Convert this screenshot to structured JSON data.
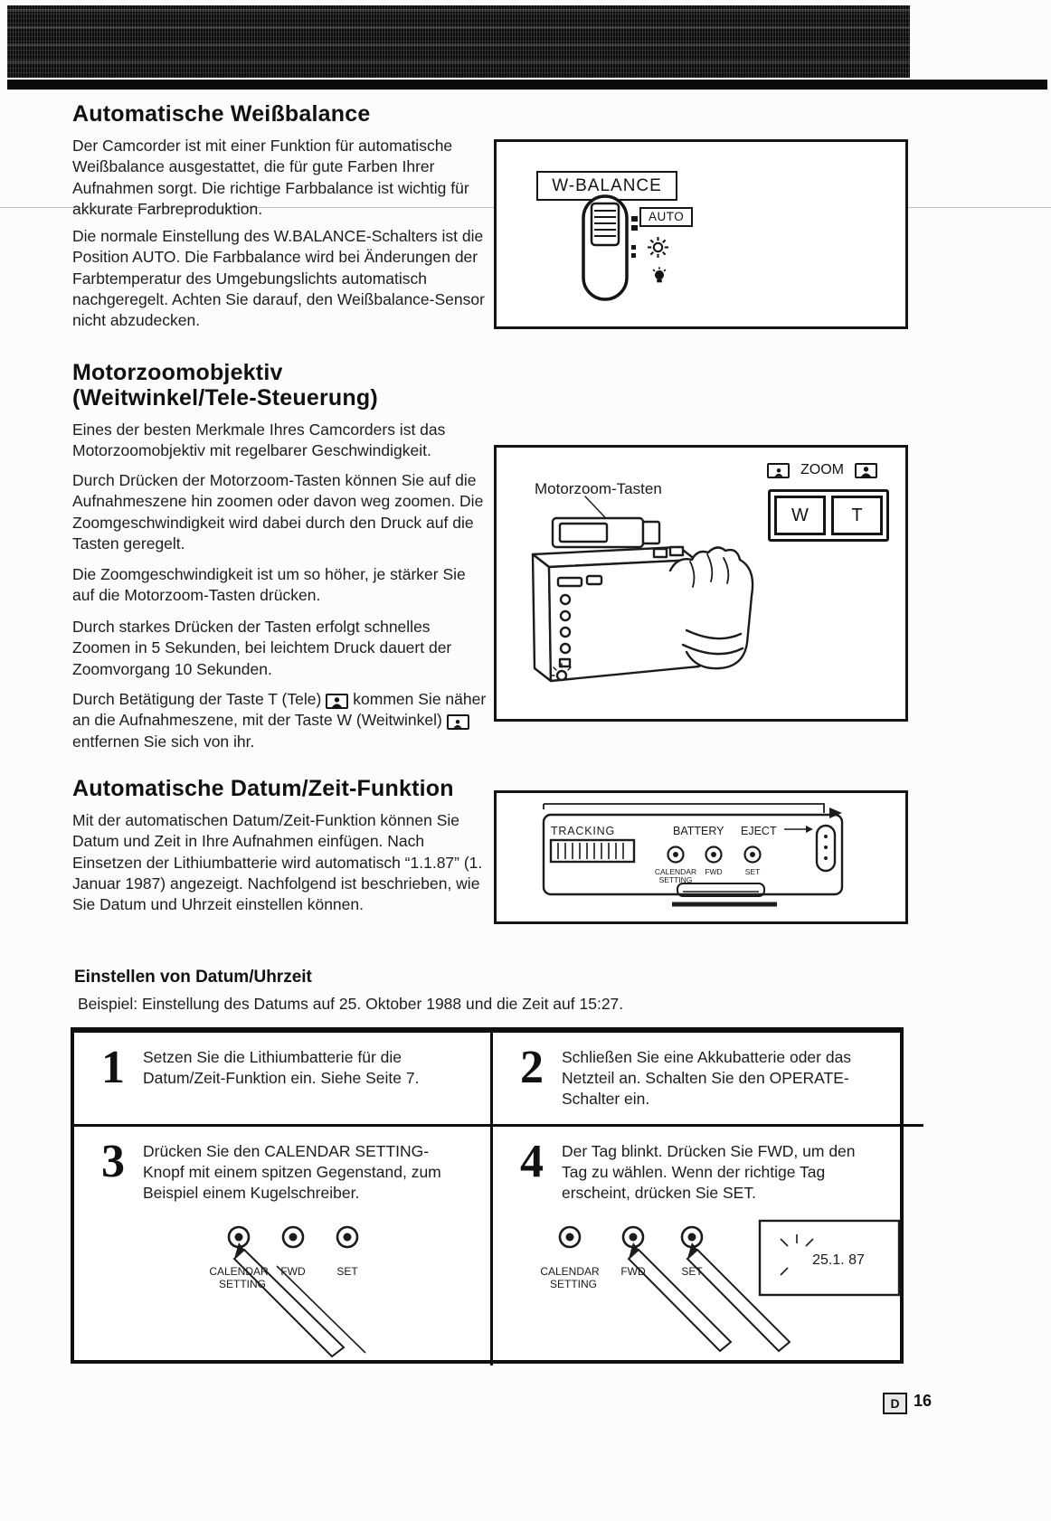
{
  "sections": {
    "whitebalance": {
      "title": "Automatische Weißbalance",
      "para1": "Der Camcorder ist mit einer Funktion für automatische Weißbalance ausgestattet, die für gute Farben Ihrer Aufnahmen sorgt. Die richtige Farbbalance ist wichtig für akkurate Farbreproduktion.",
      "para2": "Die normale Einstellung des W.BALANCE-Schalters ist die Position AUTO. Die Farbbalance wird bei Änderungen der Farbtemperatur des Umgebungslichts automatisch nachgeregelt. Achten Sie darauf, den Weißbalance-Sensor nicht abzudecken.",
      "figure": {
        "switch_label": "W-BALANCE",
        "auto_label": "AUTO"
      }
    },
    "zoom": {
      "title_line1": "Motorzoomobjektiv",
      "title_line2": "(Weitwinkel/Tele-Steuerung)",
      "para1": "Eines der besten Merkmale Ihres Camcorders ist das Motorzoomobjektiv mit regelbarer Geschwindigkeit.",
      "para2": "Durch Drücken der Motorzoom-Tasten können Sie auf die Aufnahmeszene hin zoomen oder davon weg zoomen. Die Zoomgeschwindigkeit wird dabei durch den Druck auf die Tasten geregelt.",
      "para3": "Die Zoomgeschwindigkeit ist um so höher, je stärker Sie auf die Motorzoom-Tasten drücken.",
      "para4": "Durch starkes Drücken der Tasten erfolgt schnelles Zoomen in 5 Sekunden, bei leichtem Druck dauert der Zoomvorgang 10 Sekunden.",
      "para5_part1": "Durch Betätigung der Taste T (Tele)",
      "para5_part2": "kommen Sie näher an die Aufnahmeszene, mit der Taste W (Weitwinkel)",
      "para5_part3": "entfernen Sie sich von ihr.",
      "figure": {
        "callout": "Motorzoom-Tasten",
        "zoom_label": "ZOOM",
        "wide_button": "W",
        "tele_button": "T"
      }
    },
    "datetime": {
      "title": "Automatische Datum/Zeit-Funktion",
      "para1": "Mit der automatischen Datum/Zeit-Funktion können Sie Datum und Zeit in Ihre Aufnahmen einfügen. Nach Einsetzen der Lithiumbatterie wird automatisch “1.1.87” (1. Januar 1987) angezeigt. Nachfolgend ist beschrieben, wie Sie Datum und Uhrzeit einstellen können.",
      "figure": {
        "tracking": "TRACKING",
        "battery": "BATTERY",
        "eject": "EJECT",
        "calendar_line1": "CALENDAR",
        "calendar_line2": "SETTING",
        "fwd": "FWD",
        "set": "SET"
      }
    }
  },
  "setting": {
    "subtitle": "Einstellen von Datum/Uhrzeit",
    "example": "Beispiel: Einstellung des Datums auf 25. Oktober 1988 und die Zeit auf 15:27.",
    "steps": [
      {
        "num": "1",
        "text": "Setzen Sie die Lithiumbatterie für die Datum/Zeit-Funktion ein. Siehe Seite 7."
      },
      {
        "num": "2",
        "text": "Schließen Sie eine Akkubatterie oder das Netzteil an. Schalten Sie den OPERATE-Schalter ein."
      },
      {
        "num": "3",
        "text": "Drücken Sie den CALENDAR SETTING-Knopf mit einem spitzen Gegenstand, zum Beispiel einem Kugelschreiber."
      },
      {
        "num": "4",
        "text": "Der Tag blinkt. Drücken Sie FWD, um den Tag zu wählen. Wenn der richtige Tag erscheint, drücken Sie SET."
      }
    ],
    "buttons": {
      "calendar_line1": "CALENDAR",
      "calendar_line2": "SETTING",
      "fwd": "FWD",
      "set": "SET"
    },
    "display_value": "25.1. 87"
  },
  "footer": {
    "lang": "D",
    "page": "16"
  }
}
